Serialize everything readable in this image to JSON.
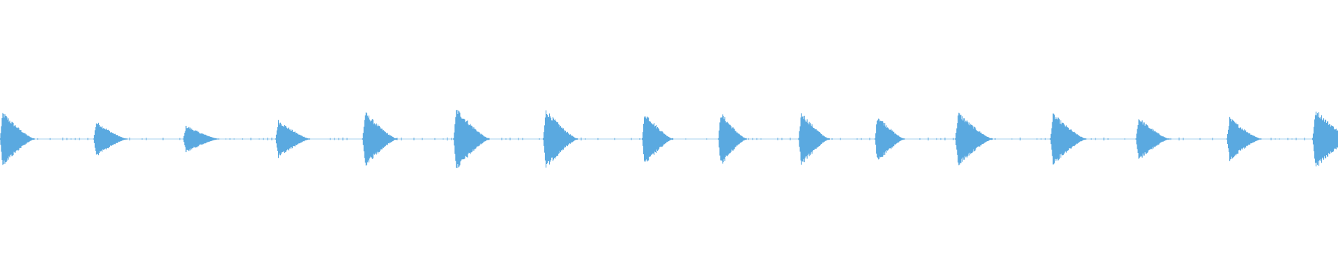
{
  "waveform": {
    "color": "#5aa9e0",
    "background": "#ffffff",
    "bursts": [
      {
        "start_fraction": 0.0,
        "peak_amplitude": 0.2,
        "length_fraction": 0.026
      },
      {
        "start_fraction": 0.07,
        "peak_amplitude": 0.13,
        "length_fraction": 0.025
      },
      {
        "start_fraction": 0.137,
        "peak_amplitude": 0.1,
        "length_fraction": 0.027
      },
      {
        "start_fraction": 0.206,
        "peak_amplitude": 0.14,
        "length_fraction": 0.026
      },
      {
        "start_fraction": 0.271,
        "peak_amplitude": 0.2,
        "length_fraction": 0.026
      },
      {
        "start_fraction": 0.339,
        "peak_amplitude": 0.23,
        "length_fraction": 0.027
      },
      {
        "start_fraction": 0.406,
        "peak_amplitude": 0.22,
        "length_fraction": 0.026
      },
      {
        "start_fraction": 0.48,
        "peak_amplitude": 0.2,
        "length_fraction": 0.023
      },
      {
        "start_fraction": 0.537,
        "peak_amplitude": 0.2,
        "length_fraction": 0.021
      },
      {
        "start_fraction": 0.597,
        "peak_amplitude": 0.2,
        "length_fraction": 0.023
      },
      {
        "start_fraction": 0.654,
        "peak_amplitude": 0.18,
        "length_fraction": 0.022
      },
      {
        "start_fraction": 0.714,
        "peak_amplitude": 0.2,
        "length_fraction": 0.028
      },
      {
        "start_fraction": 0.785,
        "peak_amplitude": 0.19,
        "length_fraction": 0.027
      },
      {
        "start_fraction": 0.849,
        "peak_amplitude": 0.16,
        "length_fraction": 0.025
      },
      {
        "start_fraction": 0.917,
        "peak_amplitude": 0.16,
        "length_fraction": 0.026
      },
      {
        "start_fraction": 0.981,
        "peak_amplitude": 0.22,
        "length_fraction": 0.03
      }
    ]
  }
}
